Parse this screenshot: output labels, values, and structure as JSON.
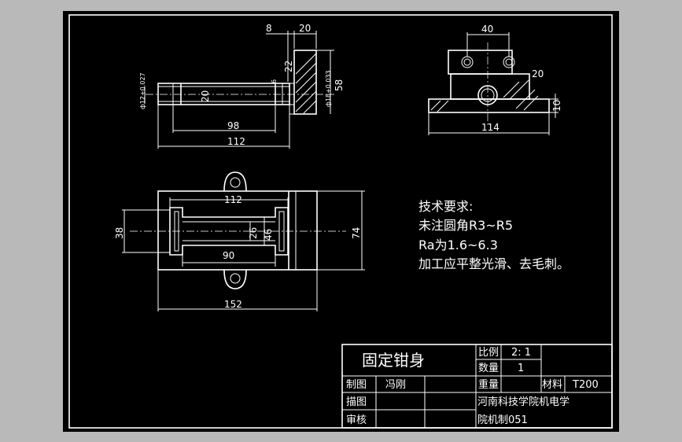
{
  "front_view": {
    "dims": {
      "d8": "8",
      "d20": "20",
      "d22": "22",
      "d6": "6",
      "d58": "58",
      "d98": "98",
      "d112": "112",
      "phi12": "ф12+0.027",
      "phi18": "ф18+0.033",
      "d20b": "20"
    }
  },
  "side_view": {
    "dims": {
      "d40": "40",
      "d20": "20",
      "d10": "10",
      "d114": "114"
    }
  },
  "top_view": {
    "dims": {
      "d112": "112",
      "d38": "38",
      "d26": "26",
      "d46": "46",
      "d74": "74",
      "d90": "90",
      "d152": "152"
    }
  },
  "tech_notes": {
    "title": "技术要求:",
    "line1": "未注圆角R3~R5",
    "line2": "Ra为1.6~6.3",
    "line3": "加工应平整光滑、去毛刺。"
  },
  "title_block": {
    "part_name": "固定钳身",
    "scale_label": "比例",
    "scale_value": "2: 1",
    "qty_label": "数量",
    "qty_value": "1",
    "weight_label": "重量",
    "material_label": "材料",
    "material_value": "T200",
    "drawn_label": "制图",
    "drawn_name": "冯刚",
    "traced_label": "描图",
    "checked_label": "审核",
    "school_line1": "河南科技学院机电学",
    "school_line2": "院机制051"
  }
}
